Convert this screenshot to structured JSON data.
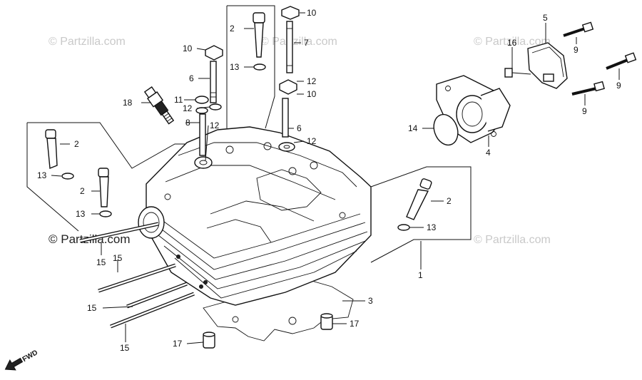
{
  "watermarks": [
    {
      "id": "tl",
      "text": "© Partzilla.com"
    },
    {
      "id": "tc",
      "text": "© Partzilla.com"
    },
    {
      "id": "tr",
      "text": "© Partzilla.com"
    },
    {
      "id": "ml",
      "text": "© Partzilla.com"
    },
    {
      "id": "mr",
      "text": "© Partzilla.com"
    }
  ],
  "fwd_label": "FWD",
  "callouts": {
    "c1": "1",
    "c2a": "2",
    "c2b": "2",
    "c2c": "2",
    "c2d": "2",
    "c3": "3",
    "c4": "4",
    "c5": "5",
    "c6a": "6",
    "c6b": "6",
    "c7": "7",
    "c8": "8",
    "c9a": "9",
    "c9b": "9",
    "c9c": "9",
    "c10a": "10",
    "c10b": "10",
    "c10c": "10",
    "c11": "11",
    "c12a": "12",
    "c12b": "12",
    "c12c": "12",
    "c12d": "12",
    "c13a": "13",
    "c13b": "13",
    "c13c": "13",
    "c13d": "13",
    "c14": "14",
    "c15a": "15",
    "c15b": "15",
    "c15c": "15",
    "c15d": "15",
    "c16": "16",
    "c17a": "17",
    "c17b": "17",
    "c18": "18"
  }
}
